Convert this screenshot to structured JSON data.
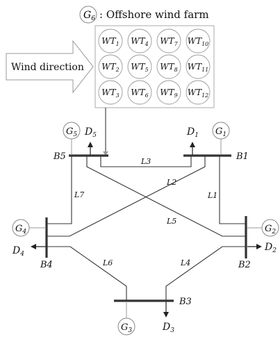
{
  "offshore": {
    "generator": {
      "base": "G",
      "sub": "6"
    },
    "label": ": Offshore wind farm",
    "turbines": [
      {
        "base": "WT",
        "sub": "1"
      },
      {
        "base": "WT",
        "sub": "4"
      },
      {
        "base": "WT",
        "sub": "7"
      },
      {
        "base": "WT",
        "sub": "10"
      },
      {
        "base": "WT",
        "sub": "2"
      },
      {
        "base": "WT",
        "sub": "5"
      },
      {
        "base": "WT",
        "sub": "8"
      },
      {
        "base": "WT",
        "sub": "11"
      },
      {
        "base": "WT",
        "sub": "3"
      },
      {
        "base": "WT",
        "sub": "6"
      },
      {
        "base": "WT",
        "sub": "9"
      },
      {
        "base": "WT",
        "sub": "12"
      }
    ]
  },
  "wind_direction_label": "Wind direction",
  "generators": {
    "g1": {
      "base": "G",
      "sub": "1"
    },
    "g2": {
      "base": "G",
      "sub": "2"
    },
    "g3": {
      "base": "G",
      "sub": "3"
    },
    "g4": {
      "base": "G",
      "sub": "4"
    },
    "g5": {
      "base": "G",
      "sub": "5"
    }
  },
  "loads": {
    "d1": {
      "base": "D",
      "sub": "1"
    },
    "d2": {
      "base": "D",
      "sub": "2"
    },
    "d3": {
      "base": "D",
      "sub": "3"
    },
    "d4": {
      "base": "D",
      "sub": "4"
    },
    "d5": {
      "base": "D",
      "sub": "5"
    }
  },
  "buses": {
    "b1": "B1",
    "b2": "B2",
    "b3": "B3",
    "b4": "B4",
    "b5": "B5"
  },
  "lines": {
    "l1": "L1",
    "l2": "L2",
    "l3": "L3",
    "l4": "L4",
    "l5": "L5",
    "l6": "L6",
    "l7": "L7"
  }
}
